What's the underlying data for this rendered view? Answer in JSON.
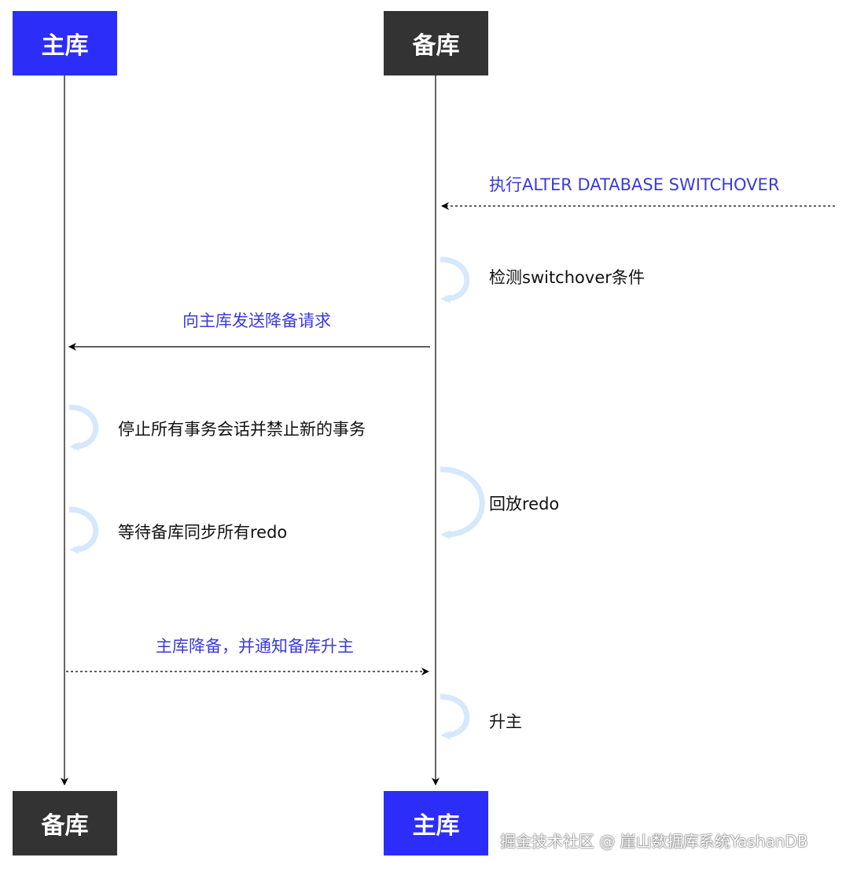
{
  "participants": {
    "primary_top": "主库",
    "standby_top": "备库",
    "primary_bottom": "备库",
    "standby_bottom": "主库"
  },
  "messages": {
    "execute_switchover": "执行ALTER DATABASE SWITCHOVER",
    "check_conditions": "检测switchover条件",
    "send_demote_request": "向主库发送降备请求",
    "stop_transactions": "停止所有事务会话并禁止新的事务",
    "replay_redo": "回放redo",
    "wait_sync_redo": "等待备库同步所有redo",
    "demote_notify": "主库降备，并通知备库升主",
    "promote": "升主"
  },
  "watermark": "掘金技术社区 @ 崖山数据库系统YashanDB",
  "colors": {
    "primary_box": "#2d2dfa",
    "standby_box": "#333333",
    "message_text": "#3b3bd6",
    "self_loop": "#d6e8fb",
    "line": "#000000"
  }
}
